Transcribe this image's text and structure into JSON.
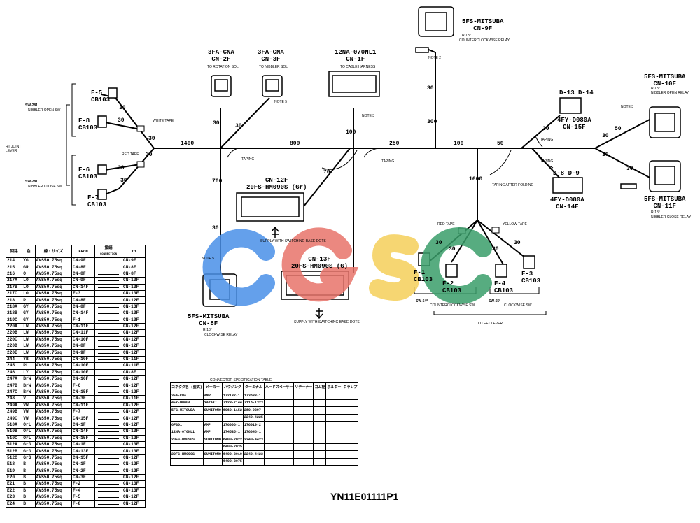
{
  "connectors": {
    "cn9f_top": {
      "model": "5FS-MITSUBA",
      "id": "CN-9F",
      "sub": "R-18*",
      "desc": "COUNTERCLOCKWISE RELAY",
      "note": "NOTE 2"
    },
    "cn2f": {
      "model": "3FA-CNA",
      "id": "CN-2F",
      "desc": "TO ROTATION SOL"
    },
    "cn3f": {
      "model": "3FA-CNA",
      "id": "CN-3F",
      "desc": "TO NIBBLER SOL",
      "note": "NOTE 5"
    },
    "cn1f": {
      "model": "12NA-070NL1",
      "id": "CN-1F",
      "desc": "TO CABLE HARNESS",
      "note": "NOTE 3"
    },
    "cn10f": {
      "model": "5FS-MITSUBA",
      "id": "CN-10F",
      "sub": "R-18*",
      "desc": "NIBBLER OPEN RELAY",
      "note": "NOTE 3"
    },
    "cn11f": {
      "model": "5FS-MITSUBA",
      "id": "CN-11F",
      "sub": "R-18*",
      "desc": "NIBBLER CLOSE RELAY"
    },
    "cn15f": {
      "ids": "D-13 D-14",
      "model": "4FY-D080A",
      "id": "CN-15F"
    },
    "cn14f": {
      "ids": "D-8 D-9",
      "model": "4FY-D080A",
      "id": "CN-14F"
    },
    "cn12f": {
      "id": "CN-12F",
      "model": "20FS-HM090S (Gr)",
      "note": "SUPPLY WITH SWITCHING BASE-DOTS"
    },
    "cn13f": {
      "id": "CN-13F",
      "model": "20FS-HM090S (G)",
      "note": "SUPPLY WITH SWITCHING BASE-DOTS"
    },
    "cn8f": {
      "model": "5FS-MITSUBA",
      "id": "CN-8F",
      "sub": "R-18*",
      "desc": "CLOCKWISE RELAY",
      "note": "NOTE 5"
    },
    "f5": {
      "id": "F-5",
      "code": "CB103"
    },
    "f8": {
      "id": "F-8",
      "code": "CB103"
    },
    "f6": {
      "id": "F-6",
      "code": "CB103"
    },
    "f7": {
      "id": "F-7",
      "code": "CB103"
    },
    "f1": {
      "id": "F-1",
      "code": "CB103"
    },
    "f2": {
      "id": "F-2",
      "code": "CB103"
    },
    "f4": {
      "id": "F-4",
      "code": "CB103"
    },
    "f3": {
      "id": "F-3",
      "code": "CB103"
    }
  },
  "switch_labels": {
    "sw281_top": "SW-281",
    "sw281_top_desc": "NIBBLER OPEN SW",
    "sw281_bot": "SW-281",
    "sw281_bot_desc": "NIBBLER CLOSE SW",
    "rt_joint": "RT JOINT LEVER",
    "sw541": "SW-54*",
    "sw541_desc": "COUNTERCLOCKWISE SW",
    "sw551": "SW-55*",
    "sw551_desc": "CLOCKWISE SW",
    "to_left_lever": "TO LEFT LEVER"
  },
  "annotations": {
    "white_tape": "WHITE TAPE",
    "red_tape": "RED TAPE",
    "taping": "TAPING",
    "taping_after_fold": "TAPING AFTER FOLDING",
    "yellow_tape": "YELLOW TAPE"
  },
  "segments": [
    "1400",
    "800",
    "250",
    "100",
    "50",
    "30",
    "30",
    "30",
    "30",
    "30",
    "30",
    "30",
    "700",
    "30",
    "70",
    "100",
    "300",
    "30",
    "1600",
    "30",
    "30",
    "30",
    "30",
    "30",
    "30",
    "50",
    "30",
    "30",
    "30"
  ],
  "wire_table": {
    "headers": [
      "回路",
      "色",
      "線・サイズ",
      "FROM",
      "接続",
      "TO"
    ],
    "conn_header_sub": "CONNECTION",
    "rows": [
      [
        "214",
        "YG",
        "AVS50.75sq",
        "CN-9F",
        "CN-9F"
      ],
      [
        "215",
        "GR",
        "AVS50.75sq",
        "CN-8F",
        "CN-8F"
      ],
      [
        "216",
        "O",
        "AVS50.75sq",
        "CN-8F",
        "CN-8F"
      ],
      [
        "217A",
        "LO",
        "AVS50.75sq",
        "CN-9F",
        "CN-13F"
      ],
      [
        "217B",
        "LO",
        "AVS50.75sq",
        "CN-14F",
        "CN-13F"
      ],
      [
        "217C",
        "LO",
        "AVS50.75sq",
        "F-3",
        "CN-13F"
      ],
      [
        "218",
        "P",
        "AVS50.75sq",
        "CN-8F",
        "CN-12F"
      ],
      [
        "218A",
        "GY",
        "AVS50.75sq",
        "CN-8F",
        "CN-13F"
      ],
      [
        "218B",
        "GY",
        "AVS50.75sq",
        "CN-14F",
        "CN-13F"
      ],
      [
        "219C",
        "GY",
        "AVS50.75sq",
        "F-1",
        "CN-13F"
      ],
      [
        "220A",
        "LW",
        "AVS50.75sq",
        "CN-11F",
        "CN-12F"
      ],
      [
        "220B",
        "LW",
        "AVS50.75sq",
        "CN-11F",
        "CN-12F"
      ],
      [
        "220C",
        "LW",
        "AVS50.75sq",
        "CN-10F",
        "CN-12F"
      ],
      [
        "220D",
        "LW",
        "AVS50.75sq",
        "CN-8F",
        "CN-12F"
      ],
      [
        "220E",
        "LW",
        "AVS50.75sq",
        "CN-9F",
        "CN-12F"
      ],
      [
        "244",
        "YB",
        "AVS50.75sq",
        "CN-10F",
        "CN-11F"
      ],
      [
        "245",
        "PL",
        "AVS50.75sq",
        "CN-10F",
        "CN-11F"
      ],
      [
        "246",
        "LY",
        "AVS50.75sq",
        "CN-10F",
        "CN-8F"
      ],
      [
        "247A",
        "BrW",
        "AVS50.75sq",
        "CN-10F",
        "CN-12F"
      ],
      [
        "247B",
        "BrW",
        "AVS50.75sq",
        "F-6",
        "CN-12F"
      ],
      [
        "247C",
        "BrW",
        "AVS50.75sq",
        "CN-15F",
        "CN-12F"
      ],
      [
        "248",
        "V",
        "AVS50.75sq",
        "CN-3F",
        "CN-11F"
      ],
      [
        "249A",
        "VW",
        "AVS50.75sq",
        "CN-11F",
        "CN-12F"
      ],
      [
        "249B",
        "VW",
        "AVS50.75sq",
        "F-7",
        "CN-12F"
      ],
      [
        "249C",
        "VW",
        "AVS50.75sq",
        "CN-15F",
        "CN-12F"
      ],
      [
        "510A",
        "OrL",
        "AVS50.75sq",
        "CN-1F",
        "CN-12F"
      ],
      [
        "510B",
        "OrL",
        "AVS50.75sq",
        "CN-14F",
        "CN-13F"
      ],
      [
        "510C",
        "OrL",
        "AVS50.75sq",
        "CN-15F",
        "CN-12F"
      ],
      [
        "512A",
        "GrG",
        "AVS50.75sq",
        "CN-1F",
        "CN-13F"
      ],
      [
        "512B",
        "GrG",
        "AVS50.75sq",
        "CN-13F",
        "CN-13F"
      ],
      [
        "512C",
        "GrG",
        "AVS50.75sq",
        "CN-15F",
        "CN-12F"
      ],
      [
        "E18",
        "B",
        "AVS50.75sq",
        "CN-1F",
        "CN-12F"
      ],
      [
        "E19",
        "B",
        "AVS50.75sq",
        "CN-2F",
        "CN-12F"
      ],
      [
        "E20",
        "B",
        "AVS50.75sq",
        "CN-3F",
        "CN-12F"
      ],
      [
        "E21",
        "B",
        "AVS50.75sq",
        "F-2",
        "CN-13F"
      ],
      [
        "E22",
        "B",
        "AVS50.75sq",
        "F-4",
        "CN-13F"
      ],
      [
        "E23",
        "B",
        "AVS50.75sq",
        "F-5",
        "CN-12F"
      ],
      [
        "E24",
        "B",
        "AVS50.75sq",
        "F-8",
        "CN-12F"
      ]
    ]
  },
  "parts_table": {
    "title": "CONNECTOR SPECIFICATION TABLE",
    "headers": [
      "コネクタ名 (型式)",
      "メーカー",
      "ハウジング",
      "ターミナル",
      "ハードスペーサー",
      "リテーナー",
      "ゴム栓",
      "ホルダー",
      "クランプ"
    ],
    "rows": [
      [
        "3FA-CNA",
        "AMP",
        "172132-1",
        "173633-1",
        "",
        "",
        "",
        "",
        ""
      ],
      [
        "4FY-D080A",
        "YAZAKI",
        "7123-7144",
        "7116-1323",
        "",
        "",
        "",
        "",
        ""
      ],
      [
        "5FS-MITSUBA",
        "SUMITOMO",
        "6060-1152",
        "280-0297",
        "",
        "",
        "",
        "",
        ""
      ],
      [
        "",
        "",
        "",
        "2240-4225",
        "",
        "",
        "",
        "",
        ""
      ],
      [
        "6FS01",
        "AMP",
        "176006-1",
        "176019-2",
        "",
        "",
        "",
        "",
        ""
      ],
      [
        "12NA-070NL1",
        "AMP",
        "174535-1",
        "176048-1",
        "",
        "",
        "",
        "",
        ""
      ],
      [
        "20FS-HM090S",
        "SUMITOMO",
        "6400-2022",
        "2240-4423",
        "",
        "",
        "",
        "",
        ""
      ],
      [
        "",
        "",
        "6400-2035",
        "",
        "",
        "",
        "",
        "",
        ""
      ],
      [
        "20FS-HM090S",
        "SUMITOMO",
        "6400-2010",
        "2240-4423",
        "",
        "",
        "",
        "",
        ""
      ],
      [
        "",
        "",
        "6400-2075",
        "",
        "",
        "",
        "",
        "",
        ""
      ]
    ]
  },
  "doc_number": "YN11E01111P1",
  "watermark": "CGSC",
  "colors": {
    "c_blue": "#4a90e8",
    "g_red": "#e8746a",
    "s_yellow": "#f5cf5a",
    "c_green": "#3a9e6a"
  }
}
